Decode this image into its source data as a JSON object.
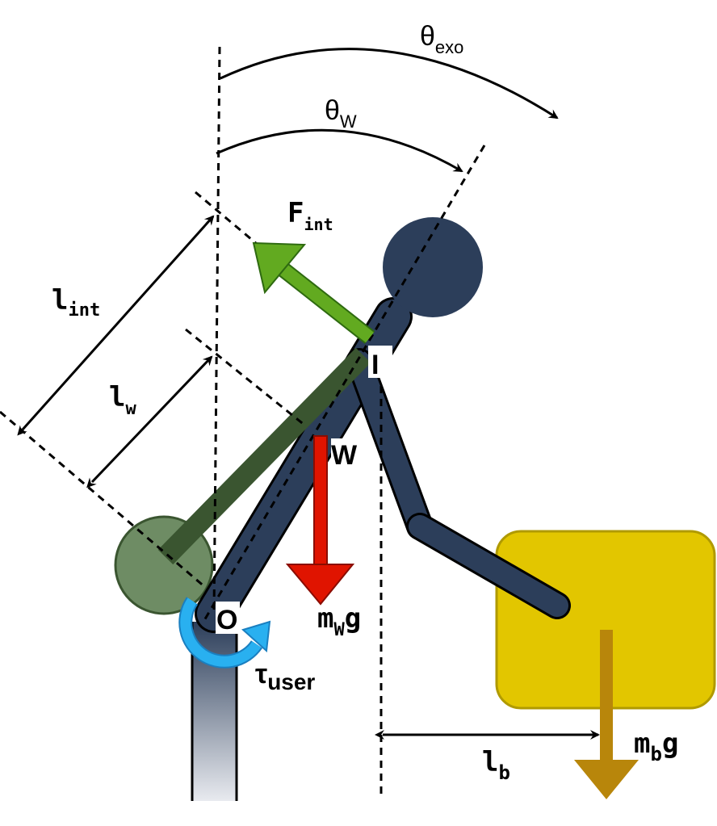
{
  "labels": {
    "theta_exo": {
      "base": "θ",
      "sub": "exo"
    },
    "theta_w": {
      "base": "θ",
      "sub": "W"
    },
    "f_int": {
      "base": "F",
      "sub": "int"
    },
    "l_int": {
      "base": "l",
      "sub": "int"
    },
    "l_w": {
      "base": "l",
      "sub": "w"
    },
    "point_i": "I",
    "point_w": "W",
    "point_o": "O",
    "mwg": {
      "base": "m",
      "sub": "W",
      "tail": "g"
    },
    "tau_user": {
      "base": "τ",
      "sub": "user"
    },
    "l_b": {
      "base": "l",
      "sub": "b"
    },
    "mbg": {
      "base": "m",
      "sub": "b",
      "tail": "g"
    }
  },
  "colors": {
    "body": "#2c3e5a",
    "exo_arm": "#3a5530",
    "hip_joint": "#6e8c64",
    "force_arrow": "#62aa20",
    "weight_arrow": "#e01400",
    "torque_arrow": "#29b0f0",
    "box": "#e2c600",
    "box_weight_arrow": "#b8860b"
  },
  "icons": {
    "head": "circle",
    "torque": "curved-arrow-icon"
  }
}
